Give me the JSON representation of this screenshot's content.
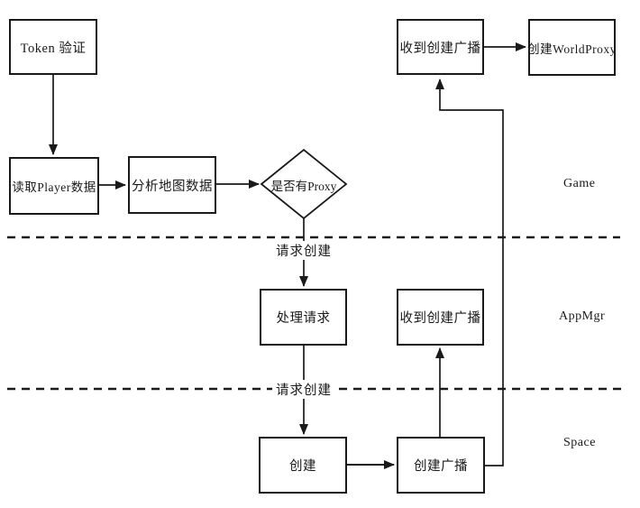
{
  "lanes": [
    {
      "label": "Game"
    },
    {
      "label": "AppMgr"
    },
    {
      "label": "Space"
    }
  ],
  "nodes": {
    "token": {
      "label": "Token 验证"
    },
    "read_player": {
      "label": "读取Player数据"
    },
    "analyze_map": {
      "label": "分析地图数据"
    },
    "has_proxy": {
      "label": "是否有Proxy"
    },
    "recv_broadcast_game": {
      "label": "收到创建广播"
    },
    "create_worldproxy": {
      "label": "创建WorldProxy"
    },
    "handle_request": {
      "label": "处理请求"
    },
    "recv_broadcast_appmgr": {
      "label": "收到创建广播"
    },
    "create": {
      "label": "创建"
    },
    "create_broadcast": {
      "label": "创建广播"
    }
  },
  "edge_labels": {
    "request_create_game_to_appmgr": "请求创建",
    "request_create_appmgr_to_space": "请求创建"
  },
  "colors": {
    "line": "#1a1a1a",
    "background": "#ffffff",
    "text": "#1a1a1a"
  }
}
